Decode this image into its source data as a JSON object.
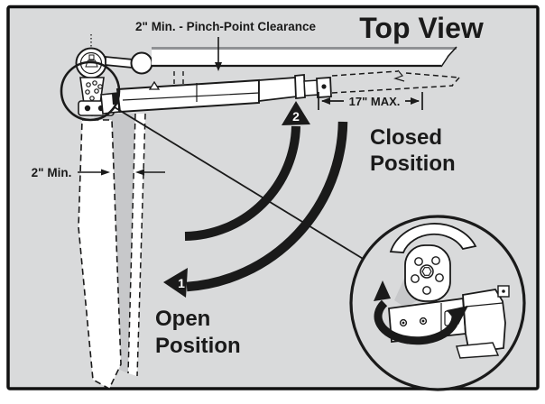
{
  "diagram": {
    "title": "Top View",
    "annotations": {
      "pinch_clearance": "2\" Min. - Pinch-Point Clearance",
      "min_clearance": "2\" Min.",
      "max_extension": "17\" MAX.",
      "closed_line1": "Closed",
      "closed_line2": "Position",
      "open_line1": "Open",
      "open_line2": "Position",
      "step_open": "1",
      "step_closed": "2"
    },
    "colors": {
      "background": "#d9dadb",
      "shade": "#c7c8ca",
      "ink": "#1a1a1a",
      "white": "#ffffff"
    }
  }
}
